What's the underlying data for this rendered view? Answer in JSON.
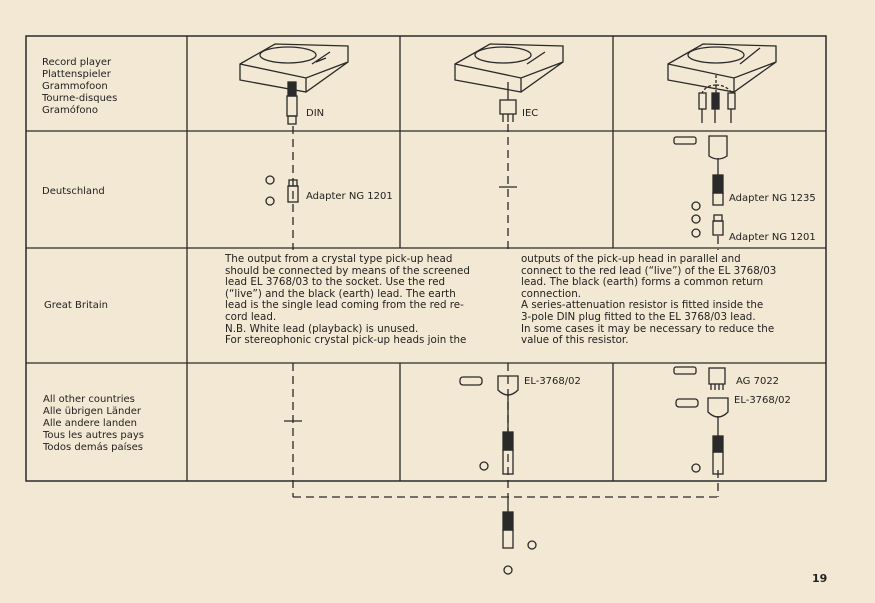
{
  "rows": {
    "record_player": [
      "Record player",
      "Plattenspieler",
      "Grammofoon",
      "Tourne-disques",
      "Gramófono"
    ],
    "deutschland": "Deutschland",
    "great_britain": "Great Britain",
    "other": [
      "All other countries",
      "Alle übrigen Länder",
      "Alle andere landen",
      "Tous les autres pays",
      "Todos demás países"
    ]
  },
  "labels": {
    "din": "DIN",
    "iec": "IEC",
    "adapter_1201": "Adapter NG 1201",
    "adapter_1235": "Adapter NG 1235",
    "adapter_1201_b": "Adapter NG 1201",
    "el_3768_02": "EL-3768/02",
    "ag_7022": "AG 7022",
    "el_3768_02_b": "EL-3768/02"
  },
  "gb_text_left": [
    "The output from a crystal type pick-up head",
    "should be connected by means of the screened",
    "lead EL 3768/03 to the socket. Use the red",
    "(“live”) and the black (earth) lead. The earth",
    "lead is the single lead coming from the red re-",
    "cord lead.",
    "N.B. White lead (playback) is unused.",
    "For stereophonic crystal pick-up heads join the"
  ],
  "gb_text_right": [
    "outputs of the pick-up head in parallel and",
    "connect to the red lead (“live”) of the EL 3768/03",
    "lead. The black (earth) forms a common return",
    "connection.",
    "A series-attenuation resistor is fitted inside the",
    "3-pole DIN plug fitted to the EL 3768/03 lead.",
    "In some cases it may be necessary to reduce the",
    "value of this resistor."
  ],
  "page_number": "19"
}
